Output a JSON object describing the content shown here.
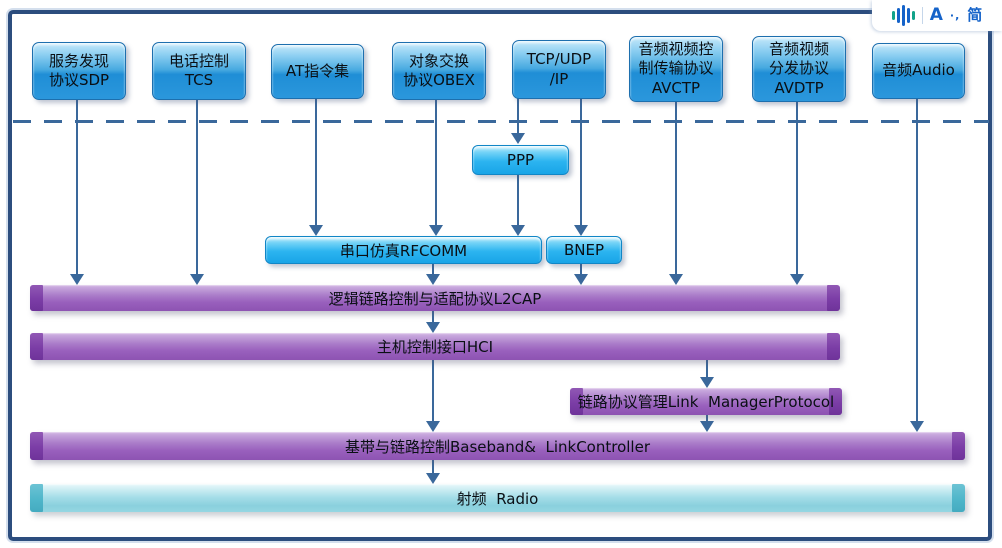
{
  "watermark": {
    "icon": "equalizer-icon",
    "letter": "A",
    "marks": "·,",
    "cjk": "简"
  },
  "top_boxes": [
    {
      "id": "sdp",
      "label": "服务发现\n协议SDP"
    },
    {
      "id": "tcs",
      "label": "电话控制\nTCS"
    },
    {
      "id": "at",
      "label": "AT指令集"
    },
    {
      "id": "obex",
      "label": "对象交换\n协议OBEX"
    },
    {
      "id": "tcpip",
      "label": "TCP/UDP\n/IP"
    },
    {
      "id": "avctp",
      "label": "音频视频控\n制传输协议\nAVCTP"
    },
    {
      "id": "avdtp",
      "label": "音频视频\n分发协议\nAVDTP"
    },
    {
      "id": "audio",
      "label": "音频Audio"
    }
  ],
  "mid_boxes": {
    "ppp": {
      "label": "PPP"
    },
    "rfcomm": {
      "label": "串口仿真RFCOMM"
    },
    "bnep": {
      "label": "BNEP"
    }
  },
  "layers": {
    "l2cap": {
      "label": "逻辑链路控制与适配协议L2CAP"
    },
    "hci": {
      "label": "主机控制接口HCI"
    },
    "lmp": {
      "label": "链路协议管理Link  ManagerProtocol"
    },
    "baseband": {
      "label": "基带与链路控制Baseband&  LinkController"
    },
    "radio": {
      "label": "射频  Radio"
    }
  },
  "colors": {
    "frame": "#2c4d7e",
    "connector": "#3a689b",
    "box_blue": "#2e9ade",
    "box_cyan": "#2ab2ef",
    "bar_purple": "#9a63bd",
    "bar_purple_cap": "#7b3da6",
    "bar_teal": "#8fd2de",
    "bar_teal_cap": "#4fb6ca",
    "watermark_blue": "#1563c9",
    "watermark_teal": "#12a38a"
  }
}
